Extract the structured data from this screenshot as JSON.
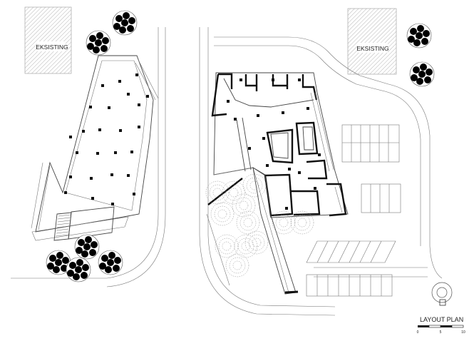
{
  "labels": {
    "existing_left": "EKSISTING",
    "existing_right": "EKSISTING",
    "plan_title": "LAYOUT PLAN"
  },
  "scale_bar": {
    "ticks": [
      "0",
      "5",
      "10"
    ]
  },
  "colors": {
    "line": "#444444",
    "wall": "#111111",
    "hatch": "#b5b5b5",
    "background": "#ffffff"
  }
}
